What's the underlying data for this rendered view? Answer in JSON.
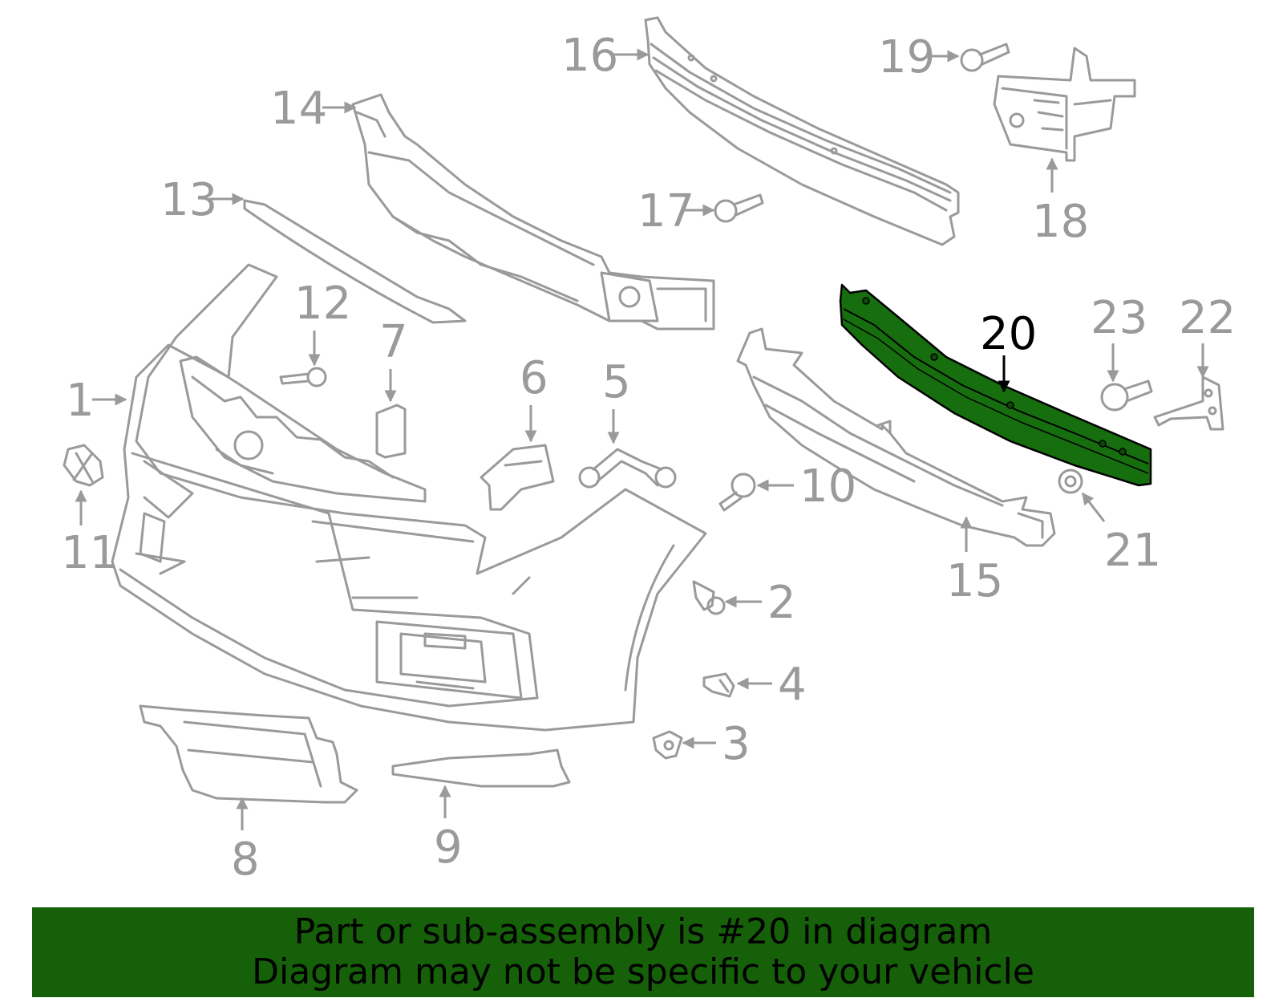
{
  "diagram": {
    "highlight_color": "#176e0e",
    "highlighted_part": "20",
    "callouts": [
      {
        "id": "c1",
        "label": "1"
      },
      {
        "id": "c2",
        "label": "2"
      },
      {
        "id": "c3",
        "label": "3"
      },
      {
        "id": "c4",
        "label": "4"
      },
      {
        "id": "c5",
        "label": "5"
      },
      {
        "id": "c6",
        "label": "6"
      },
      {
        "id": "c7",
        "label": "7"
      },
      {
        "id": "c8",
        "label": "8"
      },
      {
        "id": "c9",
        "label": "9"
      },
      {
        "id": "c10",
        "label": "10"
      },
      {
        "id": "c11",
        "label": "11"
      },
      {
        "id": "c12",
        "label": "12"
      },
      {
        "id": "c13",
        "label": "13"
      },
      {
        "id": "c14",
        "label": "14"
      },
      {
        "id": "c15",
        "label": "15"
      },
      {
        "id": "c16",
        "label": "16"
      },
      {
        "id": "c17",
        "label": "17"
      },
      {
        "id": "c18",
        "label": "18"
      },
      {
        "id": "c19",
        "label": "19"
      },
      {
        "id": "c20",
        "label": "20"
      },
      {
        "id": "c21",
        "label": "21"
      },
      {
        "id": "c22",
        "label": "22"
      },
      {
        "id": "c23",
        "label": "23"
      }
    ]
  },
  "banner": {
    "color": "#156008",
    "line1": "Part or sub-assembly is #20 in diagram",
    "line2": "Diagram may not be specific to your vehicle"
  }
}
